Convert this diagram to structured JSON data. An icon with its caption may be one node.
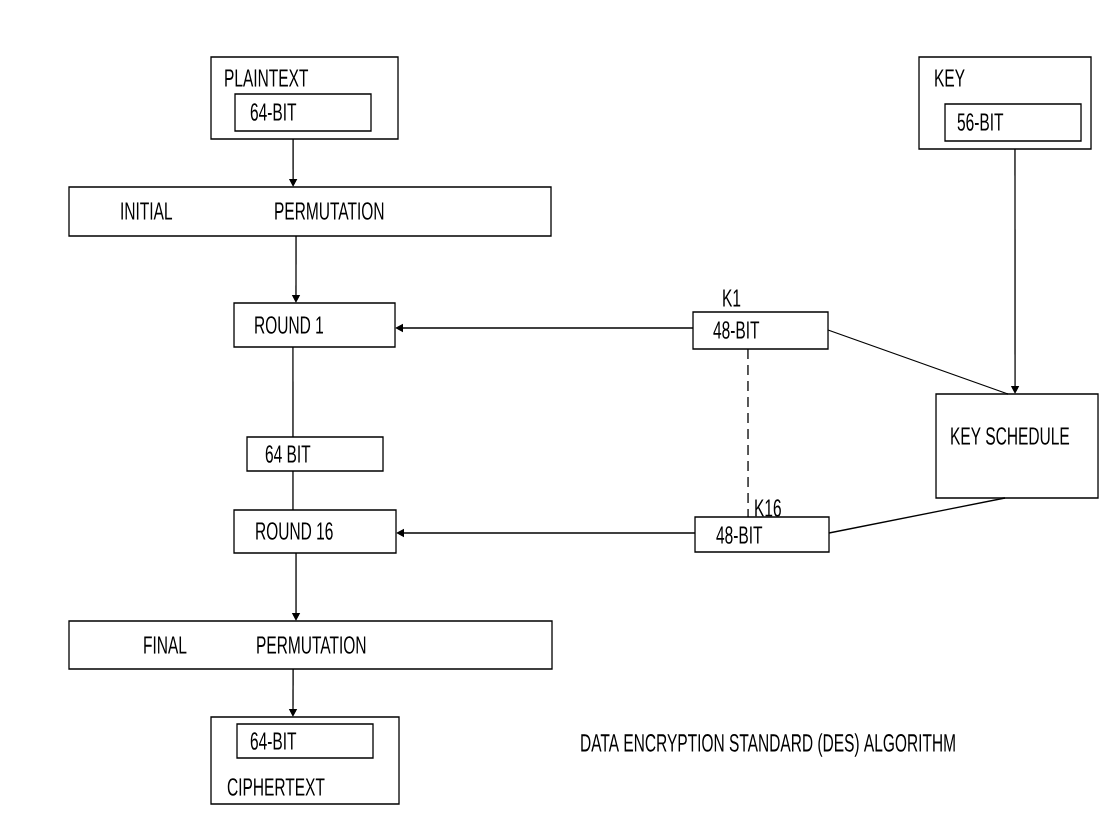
{
  "diagram": {
    "caption": "DATA ENCRYPTION STANDARD (DES) ALGORITHM",
    "nodes": [
      {
        "text": [
          "PLAINTEXT"
        ]
      },
      {
        "text": [
          "64-BIT"
        ],
        "in": 0
      },
      {
        "text": [
          "INITIAL",
          "PERMUTATION"
        ]
      },
      {
        "text": [
          "ROUND 1"
        ]
      },
      {
        "text": [
          "64 BIT"
        ]
      },
      {
        "text": [
          "ROUND 16"
        ]
      },
      {
        "text": [
          "FINAL",
          "PERMUTATION"
        ]
      },
      {
        "text": [
          "CIPHERTEXT"
        ]
      },
      {
        "text": [
          "64-BIT"
        ],
        "in": 7
      },
      {
        "text": [
          "KEY"
        ]
      },
      {
        "text": [
          "56-BIT"
        ],
        "in": 9
      },
      {
        "text": [
          "48-BIT"
        ],
        "beside": [
          "K1"
        ]
      },
      {
        "text": [
          "KEY SCHEDULE"
        ]
      },
      {
        "text": [
          "48-BIT"
        ],
        "beside": [
          "K16"
        ]
      }
    ],
    "edges": [
      {
        "from": 0,
        "to": 2,
        "arrow": "to"
      },
      {
        "from": 2,
        "to": 3,
        "arrow": "to"
      },
      {
        "from": 3,
        "to": 4,
        "arrow": "none"
      },
      {
        "from": 4,
        "to": 5,
        "arrow": "none"
      },
      {
        "from": 5,
        "to": 6,
        "arrow": "to"
      },
      {
        "from": 6,
        "to": 7,
        "arrow": "to"
      },
      {
        "from": 9,
        "to": 12,
        "arrow": "to"
      },
      {
        "from": 12,
        "to": 11,
        "arrow": "none"
      },
      {
        "from": 12,
        "to": 13,
        "arrow": "none"
      },
      {
        "from": 11,
        "to": 3,
        "arrow": "to"
      },
      {
        "from": 13,
        "to": 5,
        "arrow": "to"
      },
      {
        "from": 11,
        "to": 13,
        "arrow": "none",
        "style": "dashed"
      }
    ]
  }
}
